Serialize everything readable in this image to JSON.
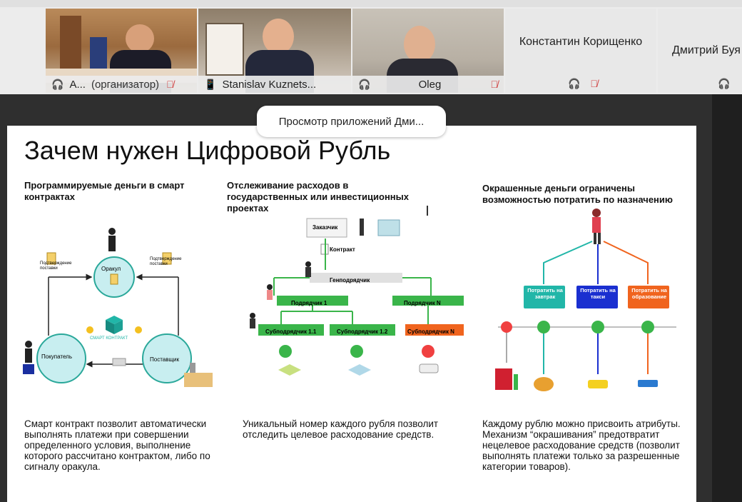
{
  "participants": [
    {
      "name": "А...",
      "role": "(организатор)"
    },
    {
      "name": "Stanislav Kuznets..."
    },
    {
      "name": "Oleg"
    },
    {
      "name": "Константин Корищенко"
    },
    {
      "name": "Дмитрий Буя"
    }
  ],
  "tooltip": "Просмотр приложений Дми...",
  "slide": {
    "title": "Зачем нужен Цифровой Рубль",
    "col1": {
      "heading": "Программируемые деньги в смарт контрактах",
      "labels": {
        "oracle": "Оракул",
        "confirm_left": "Подтверждение поставки",
        "confirm_right": "Подтверждение поставки",
        "smart": "СМАРТ КОНТРАКТ",
        "buyer": "Покупатель",
        "supplier": "Поставщик"
      },
      "desc": "Смарт контракт позволит автоматически выполнять платежи при совершении определенного условия, выполнение которого рассчитано контрактом, либо по сигналу оракула."
    },
    "col2": {
      "heading": "Отслеживание расходов в государственных или инвестиционных проектах",
      "labels": {
        "customer": "Заказчик",
        "contract": "Контракт",
        "general": "Генподрядчик",
        "sub1": "Подрядчик 1",
        "subN": "Подрядчик N",
        "subsub11": "Субподрядчик 1.1",
        "subsub12": "Субподрядчик 1.2",
        "subsubN": "Субподрядчик N"
      },
      "desc": "Уникальный номер каждого рубля позволит отследить целевое расходование средств."
    },
    "col3": {
      "heading": "Окрашенные деньги ограничены возможностью потратить по назначению",
      "labels": {
        "spend1": "Потратить на завтрак",
        "spend2": "Потратить на такси",
        "spend3": "Потратить на образование"
      },
      "desc": "Каждому рублю можно присвоить атрибуты. Механизм “окрашивания” предотвратит нецелевое расходование средств (позволит выполнять платежи только за разрешенные категории товаров)."
    }
  },
  "colors": {
    "accent": "#2aa7e0",
    "green": "#3ab54a",
    "blue": "#1a2fd0",
    "orange": "#f0641e",
    "teal": "#21b6a8"
  }
}
